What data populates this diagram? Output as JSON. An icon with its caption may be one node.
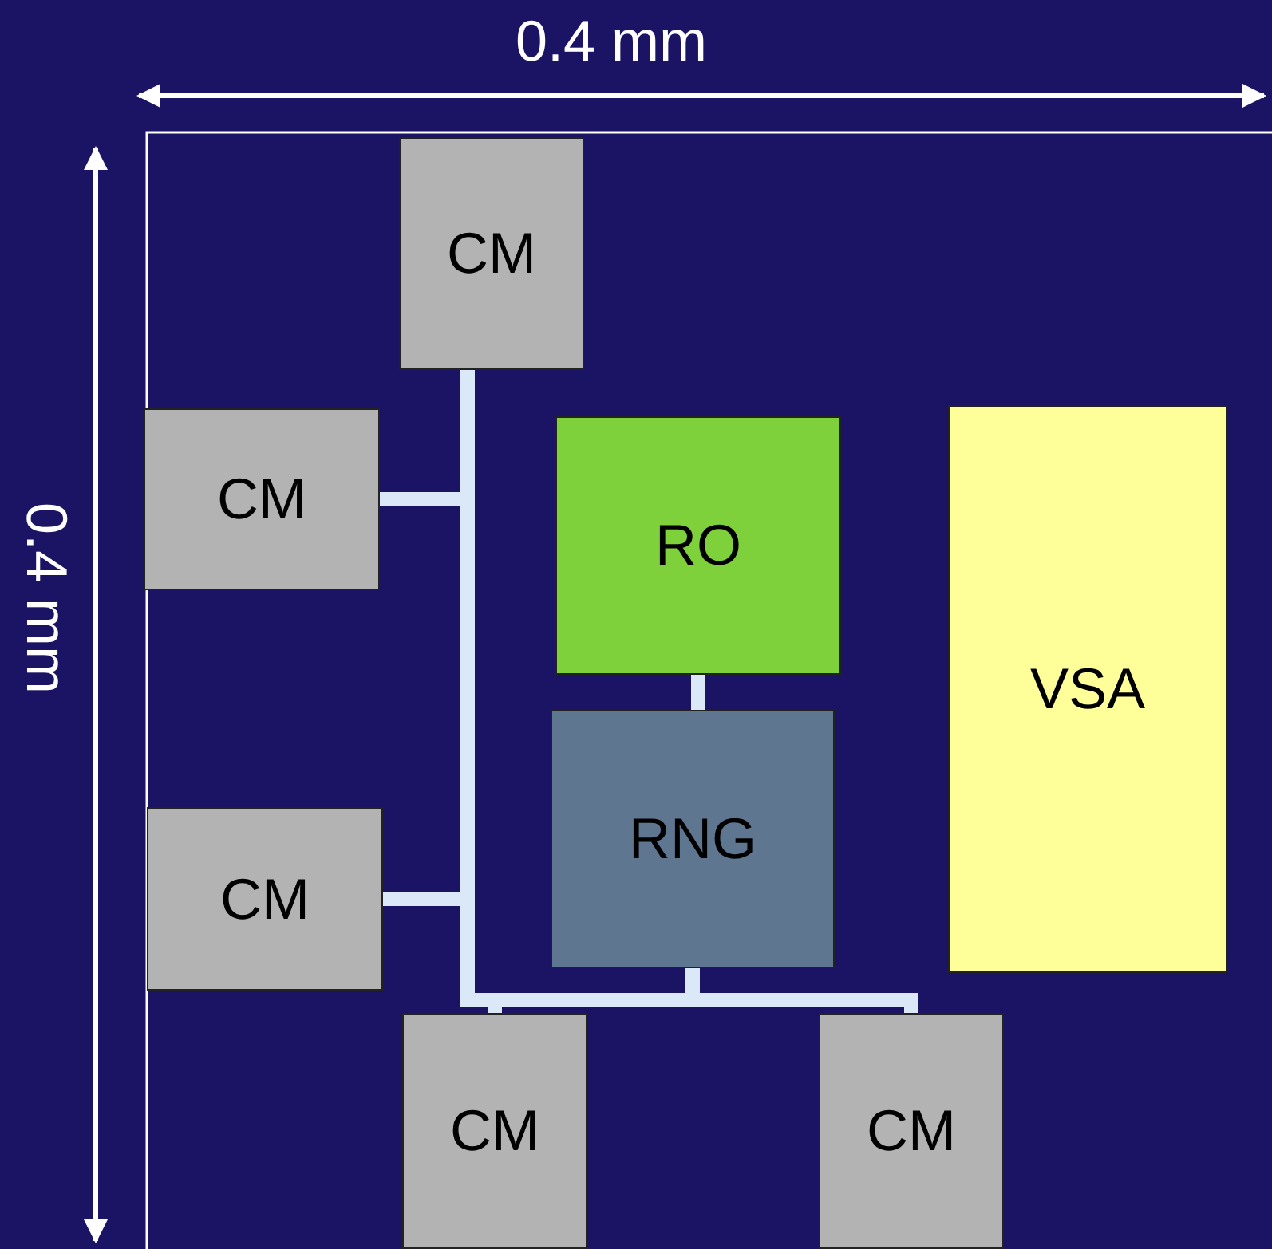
{
  "diagram": {
    "nodes": [
      {
        "text": [
          "CM"
        ]
      },
      {
        "text": [
          "CM"
        ]
      },
      {
        "text": [
          "RO"
        ]
      },
      {
        "text": [
          "VSA"
        ]
      },
      {
        "text": [
          "RNG"
        ]
      },
      {
        "text": [
          "CM"
        ]
      },
      {
        "text": [
          "CM"
        ]
      },
      {
        "text": [
          "CM"
        ]
      }
    ],
    "edges": [
      {
        "from": 2,
        "to": 4,
        "arrow": "none"
      },
      {
        "from": 4,
        "to": 0,
        "arrow": "none"
      },
      {
        "from": 4,
        "to": 1,
        "arrow": "none"
      },
      {
        "from": 4,
        "to": 5,
        "arrow": "none"
      },
      {
        "from": 4,
        "to": 6,
        "arrow": "none"
      },
      {
        "from": 4,
        "to": 7,
        "arrow": "none"
      }
    ],
    "labels": [
      "0.4 mm",
      "0.4 mm"
    ]
  }
}
